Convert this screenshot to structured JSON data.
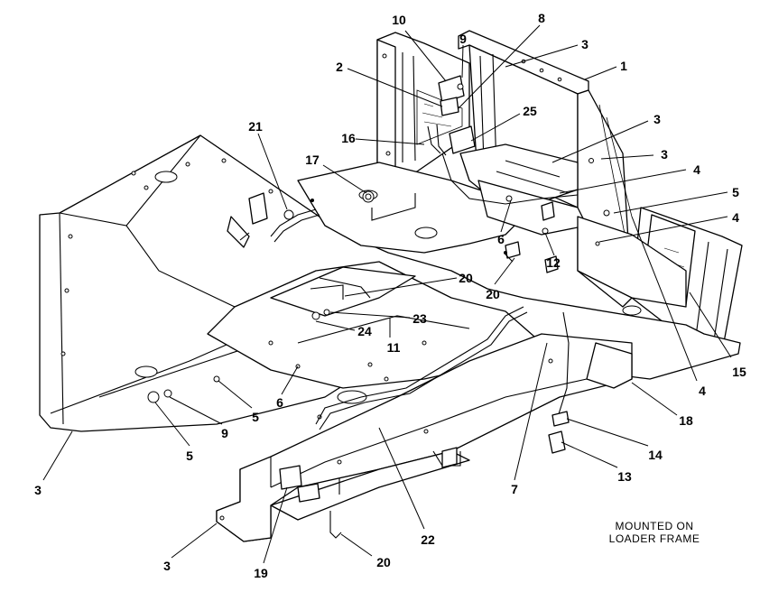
{
  "diagram": {
    "note_lines": [
      "MOUNTED ON",
      "LOADER FRAME"
    ],
    "callouts": [
      {
        "id": "c10",
        "text": "10"
      },
      {
        "id": "c9a",
        "text": "9"
      },
      {
        "id": "c8",
        "text": "8"
      },
      {
        "id": "c3a",
        "text": "3"
      },
      {
        "id": "c1",
        "text": "1"
      },
      {
        "id": "c2",
        "text": "2"
      },
      {
        "id": "c25",
        "text": "25"
      },
      {
        "id": "c3b",
        "text": "3"
      },
      {
        "id": "c3c",
        "text": "3"
      },
      {
        "id": "c21",
        "text": "21"
      },
      {
        "id": "c16",
        "text": "16"
      },
      {
        "id": "c17",
        "text": "17"
      },
      {
        "id": "c4a",
        "text": "4"
      },
      {
        "id": "c5a",
        "text": "5"
      },
      {
        "id": "c4b",
        "text": "4"
      },
      {
        "id": "c6a",
        "text": "6"
      },
      {
        "id": "c12",
        "text": "12"
      },
      {
        "id": "c20a",
        "text": "20"
      },
      {
        "id": "c20b",
        "text": "20"
      },
      {
        "id": "c15",
        "text": "15"
      },
      {
        "id": "c23",
        "text": "23"
      },
      {
        "id": "c24",
        "text": "24"
      },
      {
        "id": "c11",
        "text": "11"
      },
      {
        "id": "c4c",
        "text": "4"
      },
      {
        "id": "c6b",
        "text": "6"
      },
      {
        "id": "c5b",
        "text": "5"
      },
      {
        "id": "c9b",
        "text": "9"
      },
      {
        "id": "c5c",
        "text": "5"
      },
      {
        "id": "c18",
        "text": "18"
      },
      {
        "id": "c3d",
        "text": "3"
      },
      {
        "id": "c14",
        "text": "14"
      },
      {
        "id": "c7",
        "text": "7"
      },
      {
        "id": "c13",
        "text": "13"
      },
      {
        "id": "c22",
        "text": "22"
      },
      {
        "id": "c3e",
        "text": "3"
      },
      {
        "id": "c19",
        "text": "19"
      },
      {
        "id": "c20c",
        "text": "20"
      }
    ]
  }
}
